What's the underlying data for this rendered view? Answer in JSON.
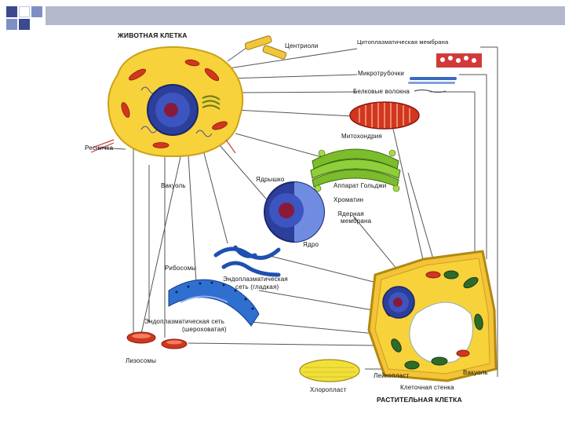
{
  "labels": {
    "animal_cell": "ЖИВОТНАЯ КЛЕТКА",
    "centrioles": "Центриоли",
    "cytoplasmic_membrane": "Цитоплазматическая мембрана",
    "microtubules": "Микротрубочки",
    "protein_fibers": "Белковые волокна",
    "mitochondrion": "Митохондрия",
    "cilium": "Ресничка",
    "golgi": "Аппарат Гольджи",
    "nucleolus": "Ядрышко",
    "vacuole_animal": "Вакуоль",
    "chromatin": "Хроматин",
    "nuclear_membrane_1": "Ядерная",
    "nuclear_membrane_2": "мембрана",
    "nucleus": "Ядро",
    "ribosomes": "Рибосомы",
    "smooth_er_1": "Эндоплазматическая",
    "smooth_er_2": "сеть (гладкая)",
    "rough_er_1": "Эндоплазматическая сеть",
    "rough_er_2": "(шероховатая)",
    "lysosomes": "Лизосомы",
    "leucoplast": "Лейкопласт",
    "vacuole_plant": "Вакуоль",
    "chloroplast": "Хлоропласт",
    "cell_wall": "Клеточная стенка",
    "plant_cell": "РАСТИТЕЛЬНАЯ КЛЕТКА"
  },
  "colors": {
    "deco_square": "#3a4a8c",
    "deco_square_light": "#7f8fc6",
    "top_bar": "#b3b8cc",
    "cell_fill": "#f7d23a",
    "cell_outline": "#c9a21a",
    "nucleus": "#2c3f9a",
    "nucleolus": "#8a1a3a",
    "mitochondria": "#d2361e",
    "golgi": "#7bbd2a",
    "er": "#2f6fd0",
    "chloroplast_green": "#2e6b2a",
    "line": "#444444"
  }
}
